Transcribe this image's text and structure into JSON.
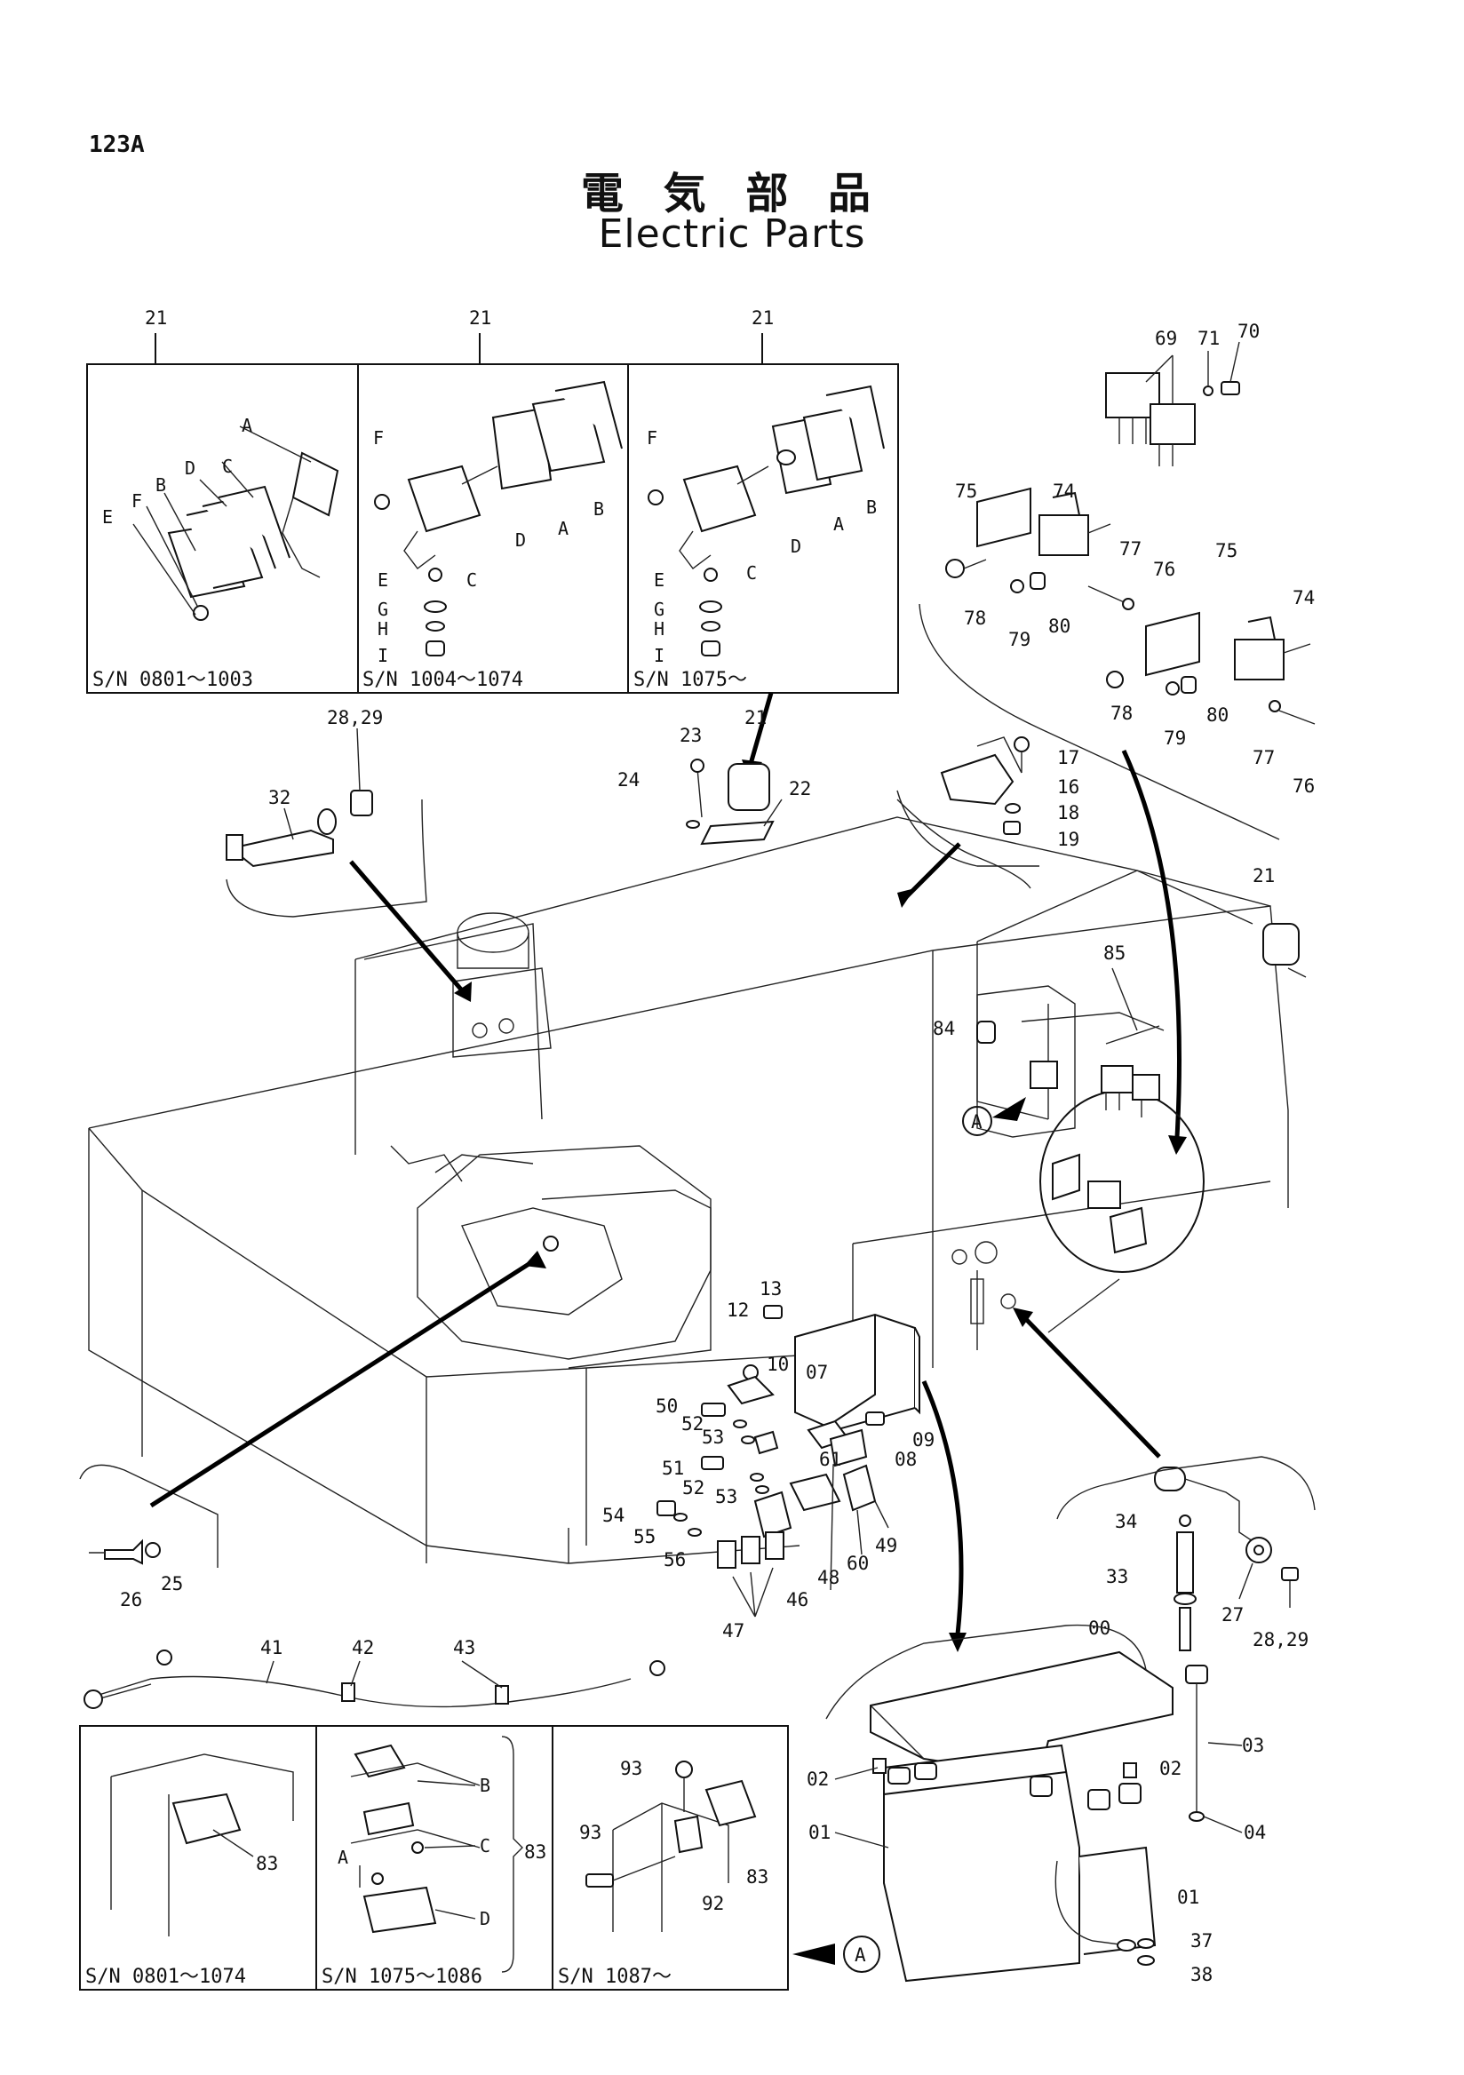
{
  "page_number": "123A",
  "title_jp": "電 気 部 品",
  "title_en": "Electric Parts",
  "callout_a": "A",
  "serial_ranges": {
    "lamp_1": "S/N 0801～1003",
    "lamp_2": "S/N 1004～1074",
    "lamp_3": "S/N 1075～",
    "conn_1": "S/N 0801～1074",
    "conn_2": "S/N 1075～1086",
    "conn_3": "S/N 1087～"
  },
  "sub_letters": [
    "A",
    "B",
    "C",
    "D",
    "E",
    "F",
    "G",
    "H",
    "I"
  ],
  "part_numbers": [
    "00",
    "01",
    "02",
    "03",
    "04",
    "07",
    "08",
    "09",
    "10",
    "12",
    "13",
    "16",
    "17",
    "18",
    "19",
    "21",
    "22",
    "23",
    "24",
    "25",
    "26",
    "27",
    "28,29",
    "32",
    "33",
    "34",
    "37",
    "38",
    "41",
    "42",
    "43",
    "46",
    "47",
    "48",
    "49",
    "50",
    "51",
    "52",
    "53",
    "54",
    "55",
    "56",
    "60",
    "61",
    "69",
    "70",
    "71",
    "74",
    "75",
    "76",
    "77",
    "78",
    "79",
    "80",
    "83",
    "84",
    "85",
    "92",
    "93"
  ]
}
